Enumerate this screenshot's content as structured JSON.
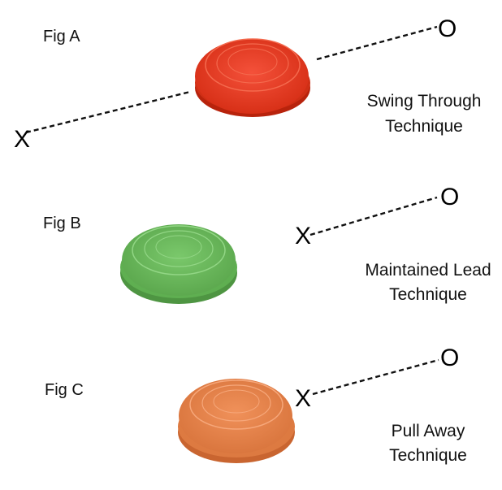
{
  "figures": [
    {
      "label": "Fig A",
      "technique_lines": [
        "Swing Through",
        "Technique"
      ],
      "target_color": "#e8391f",
      "start_marker": "X",
      "end_marker": "O"
    },
    {
      "label": "Fig B",
      "technique_lines": [
        "Maintained Lead",
        "Technique"
      ],
      "target_color": "#6ab85c",
      "start_marker": "X",
      "end_marker": "O"
    },
    {
      "label": "Fig C",
      "technique_lines": [
        "Pull Away",
        "Technique"
      ],
      "target_color": "#e8834c",
      "start_marker": "X",
      "end_marker": "O"
    }
  ],
  "icons": {
    "target": "clay-target-icon",
    "start": "x-marker-icon",
    "end": "o-marker-icon"
  }
}
